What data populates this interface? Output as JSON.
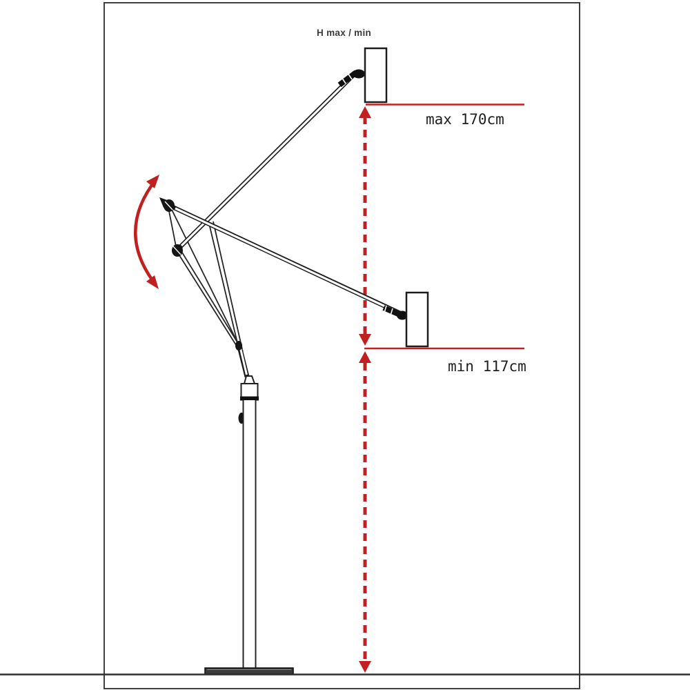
{
  "diagram": {
    "height_title": "H max / min",
    "max_height": "max 170cm",
    "min_height": "min 117cm"
  },
  "colors": {
    "accent_red": "#c0201f",
    "line_dark": "#262626"
  },
  "icons": {
    "up_arrow": "red dimension arrow up",
    "down_arrow": "red dimension arrow down",
    "rotation_arc": "red double-headed swing arc"
  }
}
